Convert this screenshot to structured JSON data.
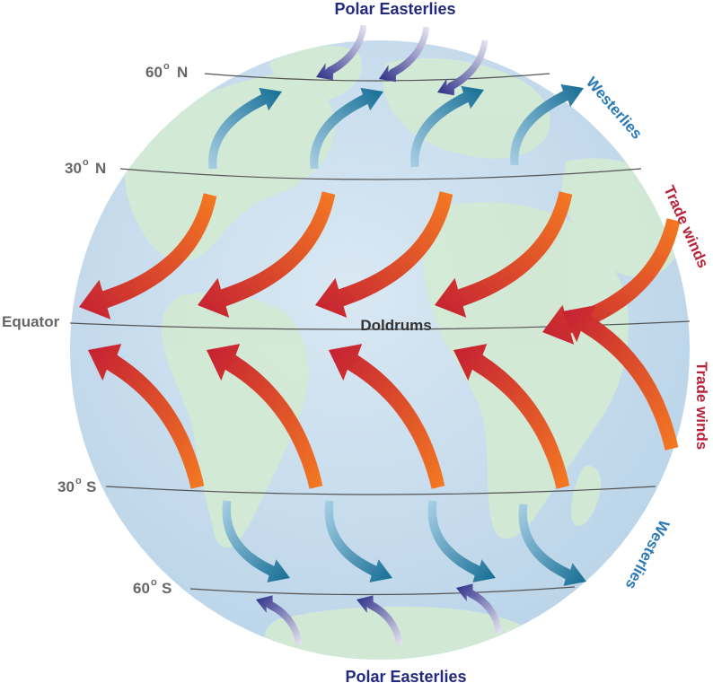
{
  "labels": {
    "polar_north": "Polar Easterlies",
    "polar_south": "Polar Easterlies",
    "lat_60n": "60",
    "lat_60n_dir": "N",
    "lat_30n": "30",
    "lat_30n_dir": "N",
    "equator": "Equator",
    "doldrums": "Doldrums",
    "lat_30s": "30",
    "lat_30s_dir": "S",
    "lat_60s": "60",
    "lat_60s_dir": "S",
    "degree_mark": "o",
    "westerlies_north": "Westerlies",
    "westerlies_south": "Westerlies",
    "trade_north": "Trade winds",
    "trade_south": "Trade winds"
  },
  "colors": {
    "ocean": "#c9dded",
    "land": "#d2e9d3",
    "lat_line": "#555555",
    "trade_arrow_start": "#f26b21",
    "trade_arrow_end": "#c8202f",
    "westerly_arrow": "#1a6e96",
    "polar_arrow": "#2b2d86"
  }
}
